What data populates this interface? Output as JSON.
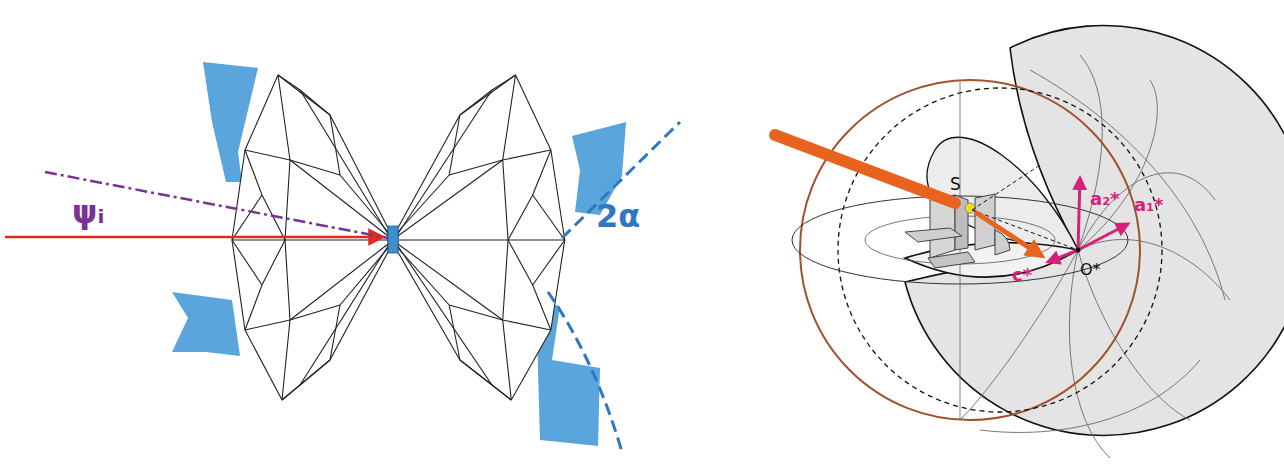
{
  "diagram": {
    "labels": [
      "ψᵢ",
      "2α",
      "S",
      "a₂*",
      "a₁*",
      "c*",
      "O*"
    ]
  }
}
